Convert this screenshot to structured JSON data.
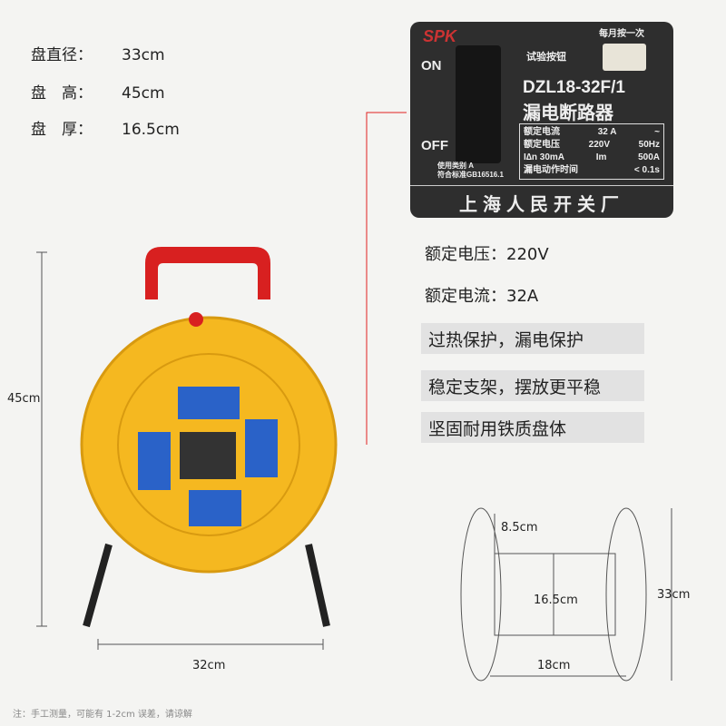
{
  "specs": [
    {
      "label": "盘直径：",
      "value": "33cm"
    },
    {
      "label": "盘　高：",
      "value": "45cm"
    },
    {
      "label": "盘　厚：",
      "value": "16.5cm"
    }
  ],
  "ratings": [
    {
      "label": "额定电压：",
      "value": "220V"
    },
    {
      "label": "额定电流：",
      "value": "32A"
    }
  ],
  "features": [
    "过热保护，漏电保护",
    "稳定支架，摆放更平稳",
    "坚固耐用铁质盘体"
  ],
  "breaker": {
    "brand": "SPK",
    "on": "ON",
    "off": "OFF",
    "test_button": "试验按钮",
    "monthly": "每月按一次",
    "model": "DZL18-32F/1",
    "name": "漏电断路器",
    "rows": [
      [
        "额定电流",
        "32 A",
        "~"
      ],
      [
        "额定电压",
        "220V",
        "50Hz"
      ],
      [
        "I∆n 30mA",
        "Im",
        "500A"
      ],
      [
        "漏电动作时间",
        "",
        "< 0.1s"
      ]
    ],
    "category": "使用类别 A",
    "standard": "符合标准GB16516.1",
    "maker": "上海人民开关厂"
  },
  "dimensions": {
    "height": "45cm",
    "width": "32cm",
    "side_top": "8.5cm",
    "side_mid": "16.5cm",
    "side_diam": "33cm",
    "side_width": "18cm"
  },
  "note": "注：手工测量，可能有 1-2cm 误差，请谅解",
  "colors": {
    "reel": "#f5b820",
    "handle": "#d82020",
    "socket": "#2a62c8"
  }
}
